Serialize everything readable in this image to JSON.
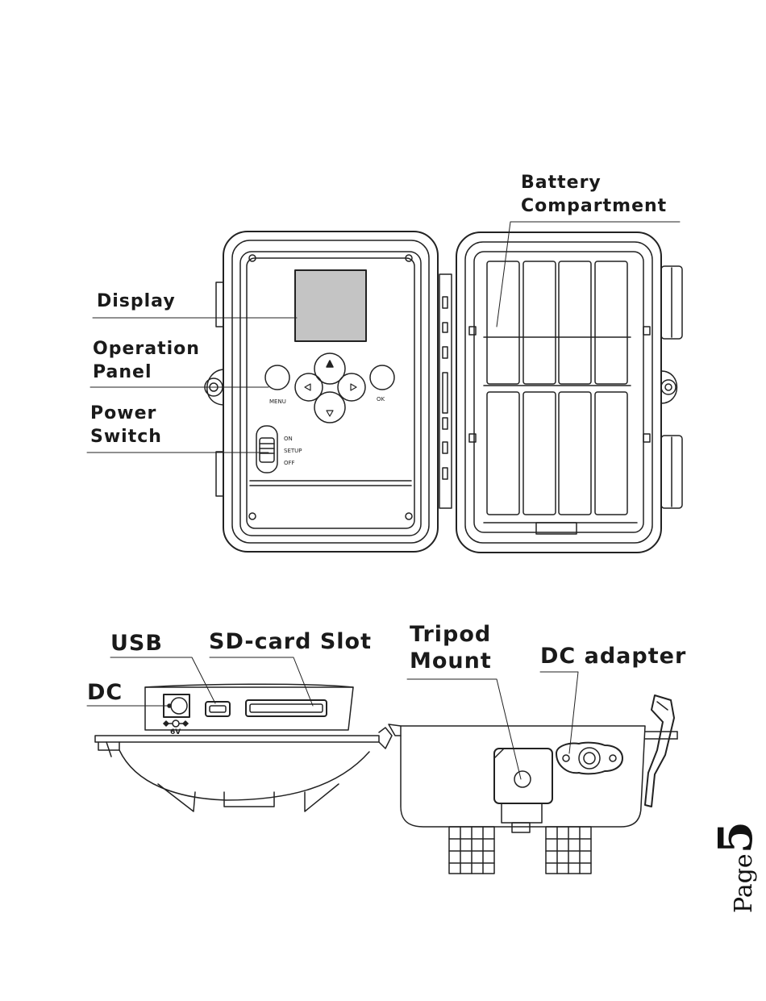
{
  "labels": {
    "battery_line1": "Battery",
    "battery_line2": "Compartment",
    "display": "Display",
    "operation_line1": "Operation",
    "operation_line2": "Panel",
    "power_line1": "Power",
    "power_line2": "Switch",
    "usb": "USB",
    "sd_slot": "SD-card Slot",
    "tripod_line1": "Tripod",
    "tripod_line2": "Mount",
    "dc_adapter": "DC adapter",
    "dc": "DC"
  },
  "device_text": {
    "menu": "MENU",
    "ok": "OK",
    "switch_on": "ON",
    "switch_setup": "SETUP",
    "switch_off": "OFF",
    "dc_voltage": "6V"
  },
  "page": {
    "word": "Page",
    "number": "5"
  }
}
